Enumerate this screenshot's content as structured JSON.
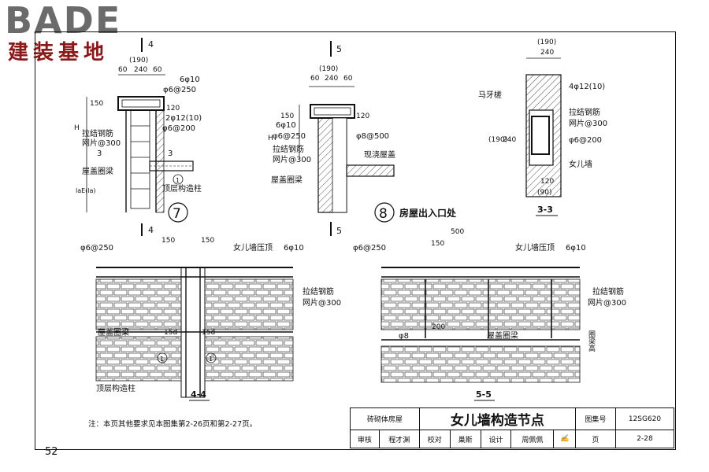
{
  "logo": {
    "latin": "BADE",
    "cjk": "建装基地"
  },
  "detail7": {
    "section_mark": "4",
    "dims_top": [
      "(190)",
      "60",
      "240",
      "60"
    ],
    "labels": [
      "6φ10",
      "φ6@250",
      "2φ12(10)",
      "φ6@200",
      "拉结钢筋",
      "网片@300",
      "屋盖圈梁",
      "顶层构造柱"
    ],
    "dim_150": "150",
    "dim_120": "120",
    "dim_H": "H",
    "dim_lae": "laE(la)",
    "cut": "3",
    "callout": "1",
    "number": "7"
  },
  "detail8": {
    "section_mark": "5",
    "dims_top": [
      "(190)",
      "60",
      "240",
      "60"
    ],
    "labels": [
      "6φ10",
      "φ6@250",
      "φ8@500",
      "拉结钢筋",
      "网片@300",
      "现浇屋盖",
      "屋盖圈梁"
    ],
    "dim_150": "150",
    "dim_120": "120",
    "dim_H": "H",
    "number": "8",
    "title": "房屋出入口处"
  },
  "section33": {
    "dims": [
      "(190)",
      "240",
      "(190)",
      "240",
      "120",
      "(90)"
    ],
    "labels": [
      "马牙槎",
      "4φ12(10)",
      "拉结钢筋",
      "网片@300",
      "φ6@200",
      "女儿墙"
    ],
    "title": "3-3"
  },
  "elev44": {
    "dims": [
      "150",
      "150",
      "15d",
      "15d"
    ],
    "labels": [
      "φ6@250",
      "女儿墙压顶",
      "6φ10",
      "拉结钢筋",
      "网片@300",
      "屋盖圈梁",
      "顶层构造柱"
    ],
    "callout": "1",
    "title": "4-4"
  },
  "elev55": {
    "dims": [
      "500",
      "150",
      "200"
    ],
    "labels": [
      "φ6@250",
      "女儿墙压顶",
      "6φ10",
      "拉结钢筋",
      "网片@300",
      "φ8",
      "屋盖圈梁",
      "圈梁高"
    ],
    "title": "5-5"
  },
  "note": "注：本页其他要求见本图集第2-26页和第2-27页。",
  "page_number": "52",
  "title_block": {
    "category": "砖砌体房屋",
    "title": "女儿墙构造节点",
    "atlas_label": "图集号",
    "atlas_value": "12SG620",
    "review_label": "审核",
    "reviewer": "程才渊",
    "check_label": "校对",
    "checker": "巢斯",
    "design_label": "设计",
    "designer": "周佩佩",
    "page_label": "页",
    "page_value": "2-28"
  }
}
